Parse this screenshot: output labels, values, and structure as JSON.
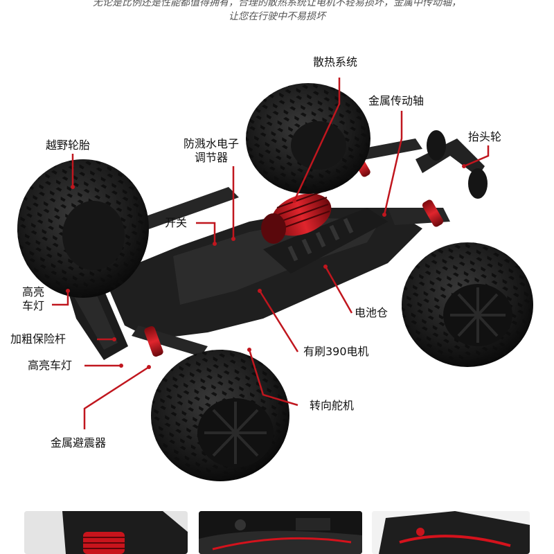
{
  "intro": {
    "line1": "无论是比例还是性能都值得拥有，合理的散热系统让电机不轻易损坏，金属中传动轴，",
    "line2": "让您在行驶中不易损坏"
  },
  "callouts": {
    "heat_sink": "散热系统",
    "metal_drive_shaft": "金属传动轴",
    "wheelie_bar": "抬头轮",
    "offroad_tires": "越野轮胎",
    "esc_line1": "防溅水电子",
    "esc_line2": "调节器",
    "switch": "开关",
    "headlight_top_line1": "高亮",
    "headlight_top_line2": "车灯",
    "battery_bay": "电池仓",
    "bumper": "加粗保险杆",
    "brushed_motor": "有刷390电机",
    "headlight_bottom": "高亮车灯",
    "steering_servo": "转向舵机",
    "metal_shocks": "金属避震器"
  },
  "colors": {
    "callout_line": "#c0161e",
    "accent_red": "#d4121c",
    "tire": "#1b1b1b",
    "chassis": "#222222"
  }
}
